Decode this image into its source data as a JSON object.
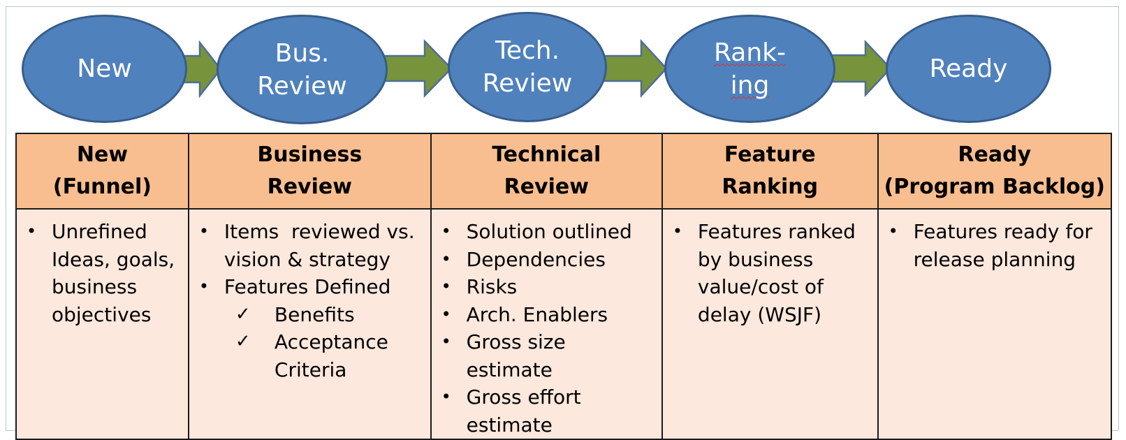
{
  "flow": {
    "stages": [
      {
        "label": "New"
      },
      {
        "label": "Bus.\nReview"
      },
      {
        "label": "Tech.\nReview"
      },
      {
        "label": "Rank-\ning"
      },
      {
        "label": "Ready"
      }
    ]
  },
  "table": {
    "columns": [
      {
        "header": [
          "New",
          "(Funnel)"
        ],
        "bullets": [
          {
            "text": "Unrefined Ideas, goals, business objectives"
          }
        ]
      },
      {
        "header": [
          "Business",
          "Review"
        ],
        "bullets": [
          {
            "text": "Items  reviewed vs. vision & strategy"
          },
          {
            "text": "Features Defined",
            "checks": [
              "Benefits",
              "Acceptance Criteria"
            ]
          }
        ]
      },
      {
        "header": [
          "Technical",
          "Review"
        ],
        "bullets": [
          {
            "text": "Solution outlined"
          },
          {
            "text": "Dependencies"
          },
          {
            "text": "Risks"
          },
          {
            "text": "Arch. Enablers"
          },
          {
            "text": "Gross size estimate"
          },
          {
            "text": "Gross effort estimate"
          }
        ]
      },
      {
        "header": [
          "Feature",
          "Ranking"
        ],
        "bullets": [
          {
            "text": "Features ranked by business value/cost of delay (WSJF)"
          }
        ]
      },
      {
        "header": [
          "Ready",
          "(Program Backlog)"
        ],
        "bullets": [
          {
            "text": "Features ready for release planning"
          }
        ]
      }
    ]
  },
  "colors": {
    "ellipse_fill": "#4f81bd",
    "ellipse_border": "#385d8a",
    "arrow_fill": "#77933c",
    "arrow_border": "#4f6d98",
    "header_fill": "#f9be8f",
    "body_fill": "#fce8dc"
  }
}
